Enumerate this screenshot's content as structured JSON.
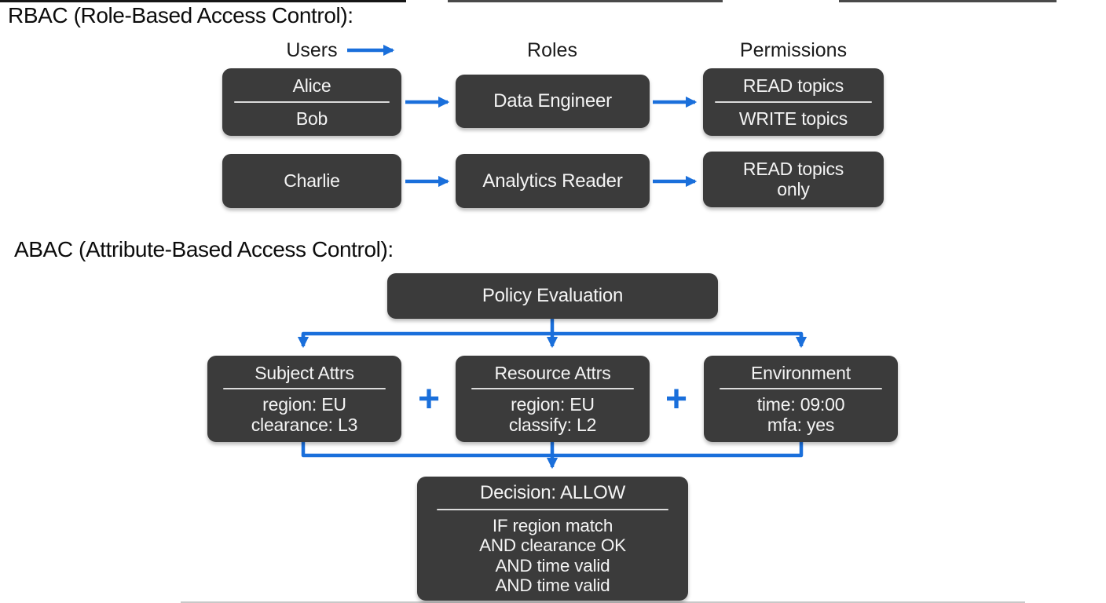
{
  "colors": {
    "page_bg": "#ffffff",
    "box_bg": "#3b3b3b",
    "box_text": "#f4f4f4",
    "heading_text": "#0c0c0c",
    "arrow_blue": "#1a6fdb",
    "divider": "#d8d8d8"
  },
  "rbac": {
    "heading": "RBAC (Role-Based Access Control):",
    "columns": {
      "users": "Users",
      "roles": "Roles",
      "permissions": "Permissions"
    },
    "row1": {
      "users": [
        "Alice",
        "Bob"
      ],
      "role": "Data Engineer",
      "permissions": [
        "READ topics",
        "WRITE topics"
      ]
    },
    "row2": {
      "users": [
        "Charlie"
      ],
      "role": "Analytics Reader",
      "permission_lines": [
        "READ topics",
        "only"
      ]
    }
  },
  "abac": {
    "heading": "ABAC (Attribute-Based Access Control):",
    "policy_box": "Policy Evaluation",
    "plus_sign": "+",
    "attribute_boxes": [
      {
        "title": "Subject Attrs",
        "lines": [
          "region: EU",
          "clearance: L3"
        ]
      },
      {
        "title": "Resource Attrs",
        "lines": [
          "region: EU",
          "classify: L2"
        ]
      },
      {
        "title": "Environment",
        "lines": [
          "time: 09:00",
          "mfa: yes"
        ]
      }
    ],
    "decision_box": {
      "title": "Decision: ALLOW",
      "lines": [
        "IF region match",
        "AND clearance OK",
        "AND time valid",
        "AND time valid"
      ]
    }
  }
}
